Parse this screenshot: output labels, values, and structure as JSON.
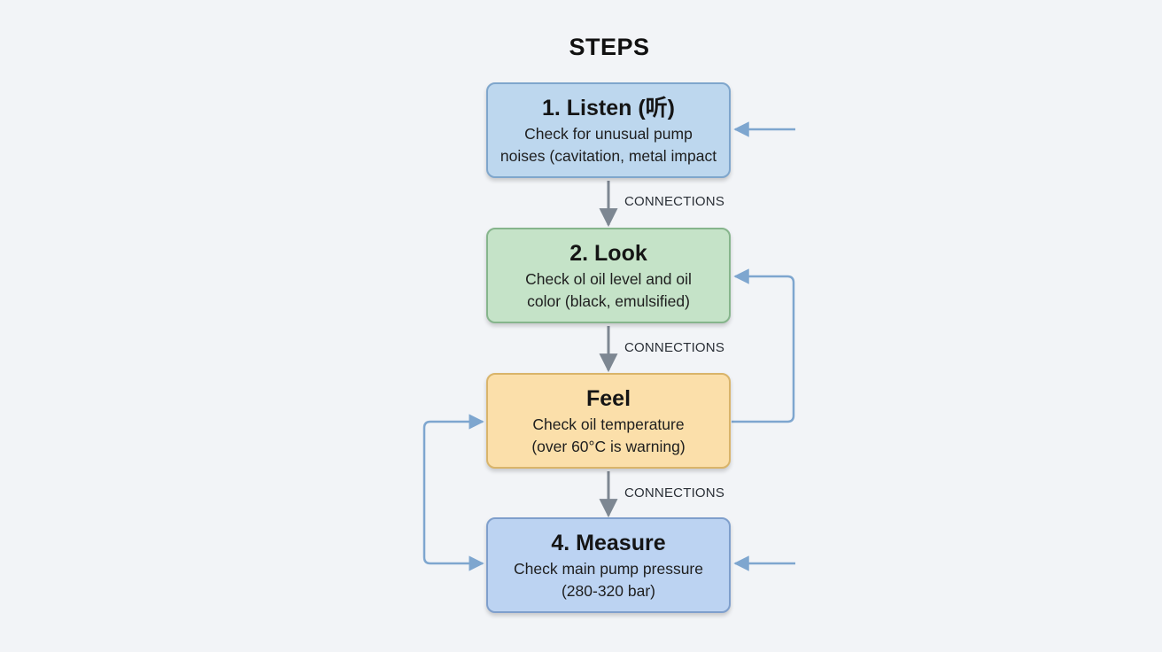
{
  "title": "STEPS",
  "steps": [
    {
      "title": "1. Listen (听)",
      "desc_lines": [
        "Check for unusual pump",
        "noises (cavitation, metal impact"
      ],
      "fill": "#bdd7ee",
      "border": "#7fa6cc"
    },
    {
      "title": "2. Look",
      "desc_lines": [
        "Check ol oil level and oil",
        "color (black, emulsified)"
      ],
      "fill": "#c5e3c8",
      "border": "#86b58c"
    },
    {
      "title": "Feel",
      "desc_lines": [
        "Check oil temperature",
        "(over 60°C is warning)"
      ],
      "fill": "#fbdfaa",
      "border": "#d9b46a"
    },
    {
      "title": "4. Measure",
      "desc_lines": [
        "Check main pump pressure",
        "(280-320 bar)"
      ],
      "fill": "#bcd3f2",
      "border": "#7f9fcc"
    }
  ],
  "connections": [
    {
      "from": 0,
      "to": 1,
      "label": "CONNECTIONS"
    },
    {
      "from": 1,
      "to": 2,
      "label": "CONNECTIONS"
    },
    {
      "from": 2,
      "to": 3,
      "label": "CONNECTIONS"
    }
  ],
  "colors": {
    "down_arrow": "#7d8792",
    "side_arrow": "#7ea6cf",
    "background": "#f2f4f7"
  }
}
